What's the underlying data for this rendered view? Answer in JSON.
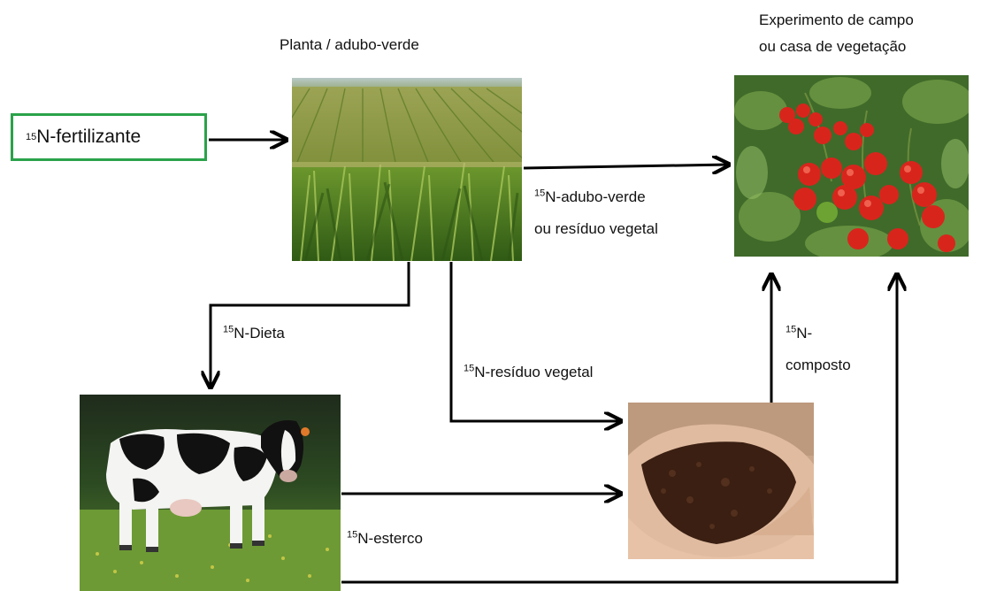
{
  "labels": {
    "fertilizer": {
      "sup": "15",
      "text": "N-fertilizante"
    },
    "plant_title": "Planta / adubo-verde",
    "experiment_title_line1": "Experimento  de campo",
    "experiment_title_line2": "ou casa de  vegetação",
    "green_manure": {
      "sup": "15",
      "text1": "N-adubo-verde",
      "text2": "ou resíduo vegetal"
    },
    "diet": {
      "sup": "15",
      "text": "N-Dieta"
    },
    "plant_residue": {
      "sup": "15",
      "text": "N-resíduo  vegetal"
    },
    "compost": {
      "sup": "15",
      "text1": "N-",
      "text2": "composto"
    },
    "manure": {
      "sup": "15",
      "text": "N-esterco"
    }
  },
  "images": {
    "corn_field": "corn-field-photo",
    "tomatoes": "tomato-plant-photo",
    "cow": "holstein-cow-photo",
    "compost": "compost-in-hands-photo"
  },
  "colors": {
    "box_border": "#2aa24a",
    "arrow": "#000000"
  }
}
